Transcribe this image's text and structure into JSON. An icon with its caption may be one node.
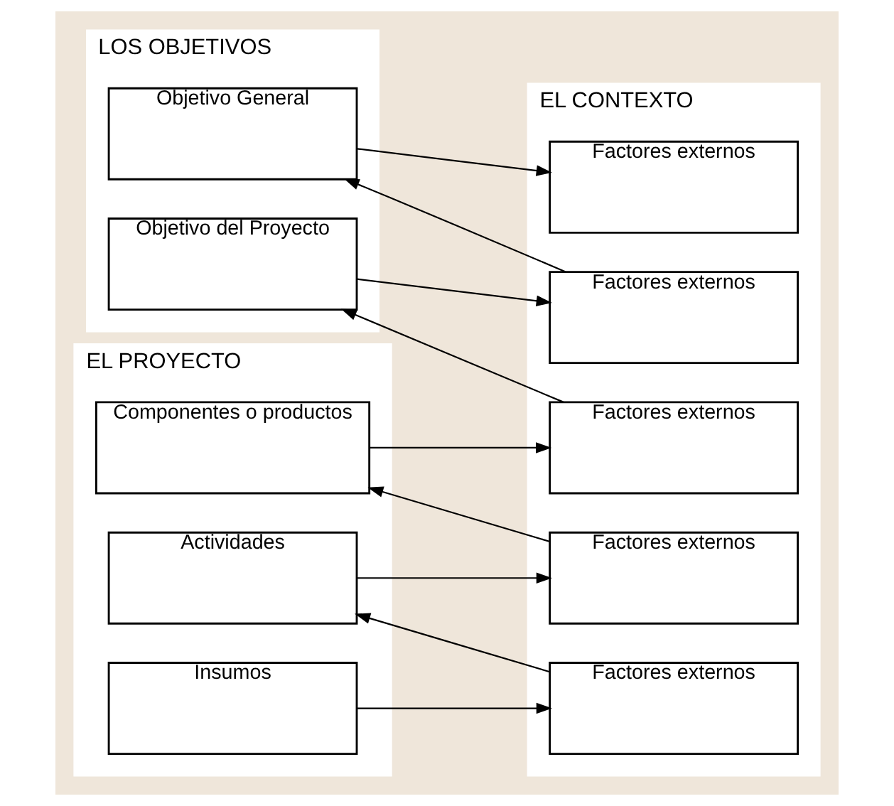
{
  "diagram": {
    "nodes": [
      {
        "text": [
          "LOS OBJETIVOS"
        ]
      },
      {
        "text": [
          "Objetivo General"
        ],
        "in": 0
      },
      {
        "text": [
          "Objetivo del Proyecto"
        ],
        "in": 0
      },
      {
        "text": [
          "EL CONTEXTO"
        ]
      },
      {
        "text": [
          "Factores externos"
        ],
        "in": 3
      },
      {
        "text": [
          "Factores externos"
        ],
        "in": 3
      },
      {
        "text": [
          "Factores externos"
        ],
        "in": 3
      },
      {
        "text": [
          "Factores externos"
        ],
        "in": 3
      },
      {
        "text": [
          "Factores externos"
        ],
        "in": 3
      },
      {
        "text": [
          "EL PROYECTO"
        ]
      },
      {
        "text": [
          "Componentes o productos"
        ],
        "in": 9
      },
      {
        "text": [
          "Actividades"
        ],
        "in": 9
      },
      {
        "text": [
          "Insumos"
        ],
        "in": 9
      }
    ],
    "edges": [
      {
        "from": 1,
        "to": 4,
        "arrow": "to"
      },
      {
        "from": 5,
        "to": 1,
        "arrow": "to"
      },
      {
        "from": 2,
        "to": 5,
        "arrow": "to"
      },
      {
        "from": 6,
        "to": 2,
        "arrow": "to"
      },
      {
        "from": 10,
        "to": 6,
        "arrow": "to"
      },
      {
        "from": 7,
        "to": 10,
        "arrow": "to"
      },
      {
        "from": 11,
        "to": 7,
        "arrow": "to"
      },
      {
        "from": 8,
        "to": 11,
        "arrow": "to"
      },
      {
        "from": 12,
        "to": 8,
        "arrow": "to"
      }
    ]
  }
}
